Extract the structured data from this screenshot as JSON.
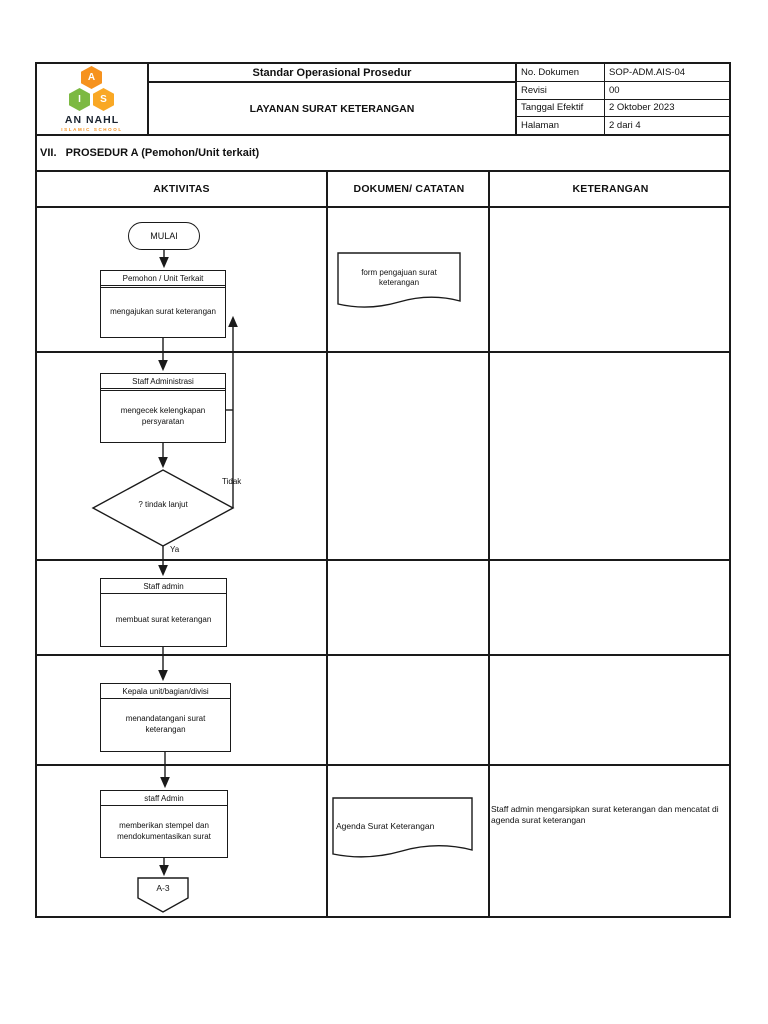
{
  "header": {
    "logo": {
      "hex_a": "A",
      "hex_i": "I",
      "hex_s": "S",
      "name": "AN NAHL",
      "subtitle": "ISLAMIC SCHOOL"
    },
    "doc_type": "Standar Operasional Prosedur",
    "title": "LAYANAN SURAT KETERANGAN",
    "info": [
      {
        "label": "No. Dokumen",
        "value": "SOP-ADM.AIS-04"
      },
      {
        "label": "Revisi",
        "value": "00"
      },
      {
        "label": "Tanggal Efektif",
        "value": "2 Oktober 2023"
      },
      {
        "label": "Halaman",
        "value": "2 dari 4"
      }
    ]
  },
  "section_title": "VII.   PROSEDUR A (Pemohon/Unit terkait)",
  "table": {
    "columns": [
      "AKTIVITAS",
      "DOKUMEN/ CATATAN",
      "KETERANGAN"
    ]
  },
  "flowchart": {
    "start": "MULAI",
    "steps": [
      {
        "actor": "Pemohon / Unit Terkait",
        "action": "mengajukan surat keterangan"
      },
      {
        "actor": "Staff Administrasi",
        "action": "mengecek kelengkapan persyaratan"
      },
      {
        "actor": "Staff admin",
        "action": "membuat surat keterangan"
      },
      {
        "actor": "Kepala unit/bagian/divisi",
        "action": "menandatangani surat keterangan"
      },
      {
        "actor": "staff Admin",
        "action": "memberikan stempel dan mendokumentasikan surat"
      }
    ],
    "decision": {
      "label": "? tindak lanjut",
      "yes": "Ya",
      "no": "Tidak"
    },
    "connector": "A-3"
  },
  "documents": [
    {
      "label": "form pengajuan surat keterangan"
    },
    {
      "label": "Agenda Surat Keterangan"
    }
  ],
  "keterangan_note": "Staff admin mengarsipkan surat keterangan dan mencatat di agenda surat keterangan",
  "colors": {
    "logo_orange": "#F6921E",
    "logo_green": "#7CB942",
    "logo_yellow": "#F9A825",
    "line": "#1a1a1a"
  }
}
